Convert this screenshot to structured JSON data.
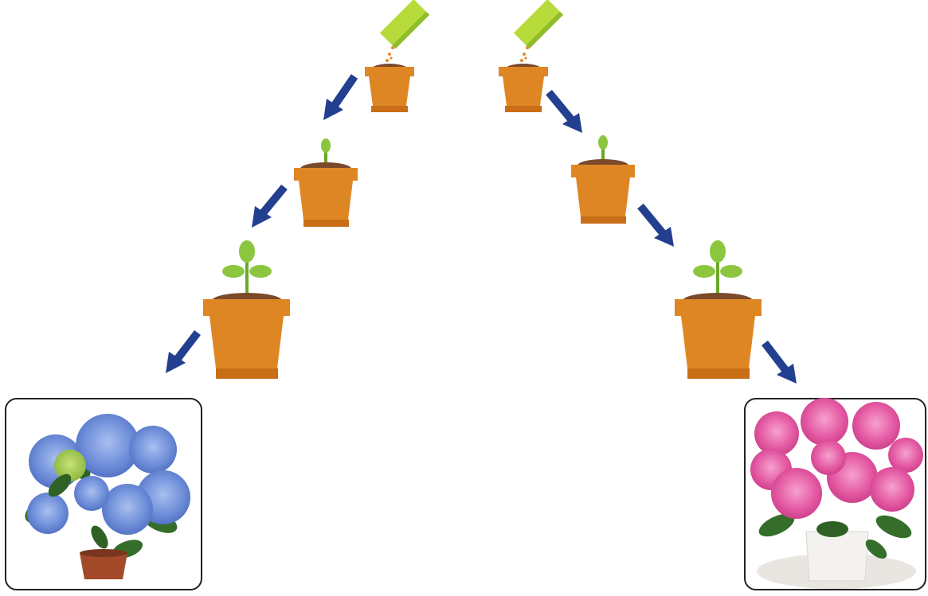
{
  "diagram": {
    "colors": {
      "background": "#ffffff",
      "pot": "#df8624",
      "pot_shade": "#c96e17",
      "soil": "#7b4a2b",
      "seed_dots": "#e7892b",
      "plant_green": "#8cc63f",
      "plant_stem": "#6aa829",
      "seed_packet": "#b6db3a",
      "seed_packet_dark": "#8fbd2b",
      "arrow": "#233f8f",
      "frame_border": "#222222",
      "blue_hydrangea": "#6f8fd9",
      "pink_hydrangea": "#e55ba4",
      "leaf_dark": "#356e2a"
    },
    "branches": [
      {
        "side": "left",
        "stages": [
          "seed-sowing",
          "sprout",
          "seedling"
        ],
        "arrows": 3,
        "result": "blue-hydrangea"
      },
      {
        "side": "right",
        "stages": [
          "seed-sowing",
          "sprout",
          "seedling"
        ],
        "arrows": 3,
        "result": "pink-hydrangea"
      }
    ]
  }
}
